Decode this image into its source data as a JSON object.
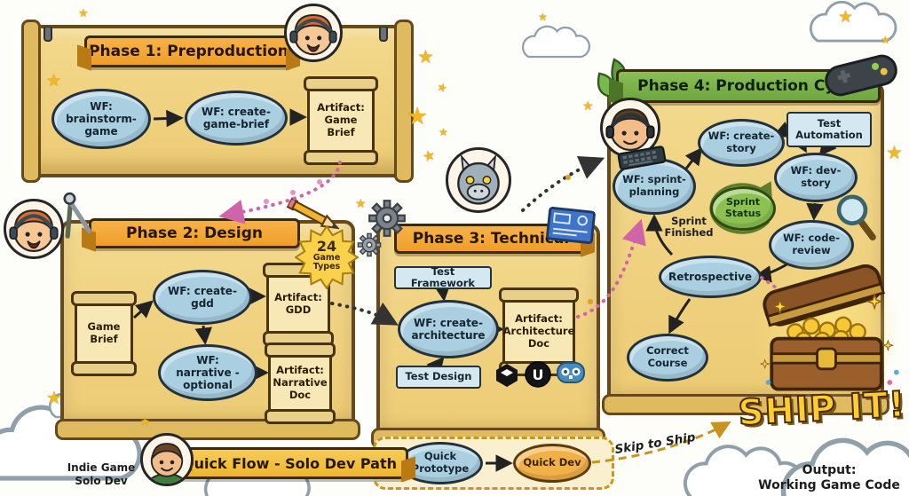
{
  "phase1": {
    "title": "Phase 1: Preproduction",
    "wf_brainstorm": "WF: brainstorm-game",
    "wf_create_brief": "WF: create-game-brief",
    "artifact_game_brief": "Artifact: Game Brief"
  },
  "phase2": {
    "title": "Phase 2: Design",
    "badge_number": "24",
    "badge_text": "Game Types",
    "game_brief": "Game Brief",
    "wf_create_gdd": "WF: create-gdd",
    "artifact_gdd": "Artifact: GDD",
    "wf_narrative": "WF: narrative - optional",
    "artifact_narrative": "Artifact: Narrative Doc"
  },
  "phase3": {
    "title": "Phase 3: Technical",
    "test_framework": "Test Framework",
    "wf_create_architecture": "WF: create-architecture",
    "artifact_architecture": "Artifact: Architecture Doc",
    "test_design": "Test Design"
  },
  "phase4": {
    "title": "Phase 4: Production Cycle",
    "wf_sprint_planning": "WF: sprint-planning",
    "wf_create_story": "WF: create-story",
    "test_automation": "Test Automation",
    "wf_dev_story": "WF: dev-story",
    "sprint_status": "Sprint Status",
    "wf_code_review": "WF: code-review",
    "sprint_finished": "Sprint Finished",
    "retrospective": "Retrospective",
    "correct_course": "Correct Course"
  },
  "quick_flow": {
    "solo_dev_label": "Indie Game\nSolo Dev",
    "banner": "Quick Flow - Solo Dev Path",
    "quick_prototype": "Quick Prototype",
    "quick_dev": "Quick Dev",
    "skip_to_ship": "Skip to Ship"
  },
  "output": {
    "ship_it": "SHIP IT!",
    "label": "Output:\nWorking Game Code"
  },
  "icons": {
    "star": "★",
    "unreal_letter": "U"
  },
  "colors": {
    "parchment": "#efcf7d",
    "banner_orange": "#f2a32f",
    "banner_green": "#79b04a",
    "node_blue": "#a9cfe0",
    "status_green": "#8cc152",
    "trail_pink": "#cf64a8",
    "gold": "#c9941c"
  }
}
